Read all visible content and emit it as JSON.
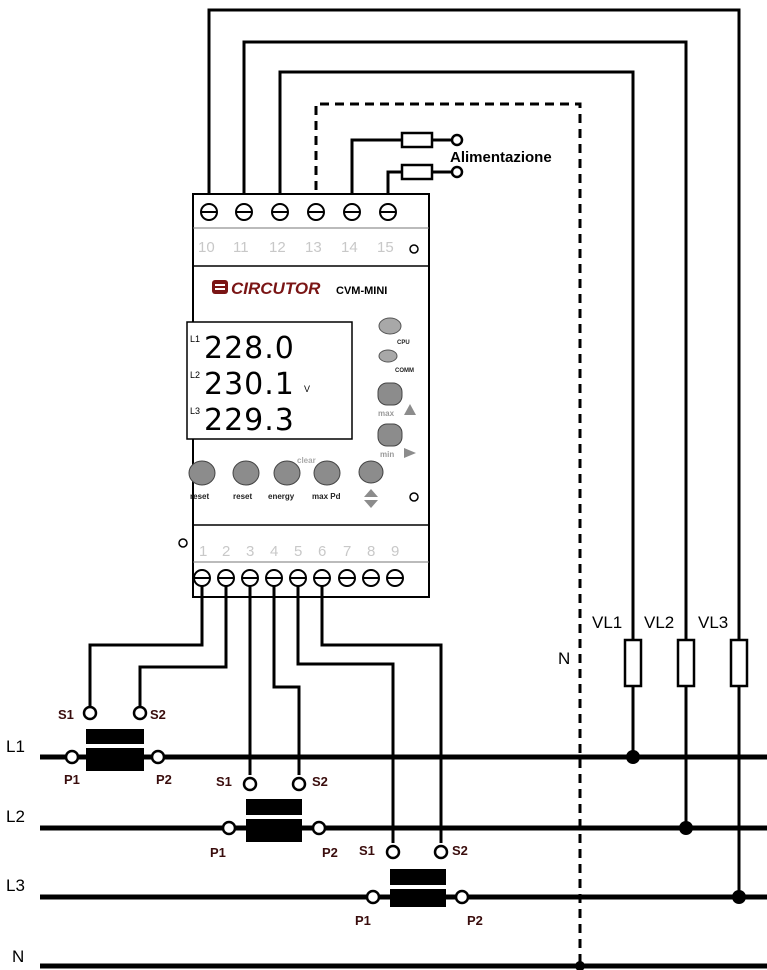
{
  "supply": {
    "label": "Alimentazione"
  },
  "device": {
    "brand": "CIRCUTOR",
    "model": "CVM-MINI",
    "top_terminals": [
      "10",
      "11",
      "12",
      "13",
      "14",
      "15"
    ],
    "bottom_terminals": [
      "1",
      "2",
      "3",
      "4",
      "5",
      "6",
      "7",
      "8",
      "9"
    ],
    "display": {
      "rows": [
        {
          "phase": "L1",
          "value": "228.0",
          "unit": ""
        },
        {
          "phase": "L2",
          "value": "230.1",
          "unit": "V"
        },
        {
          "phase": "L3",
          "value": "229.3",
          "unit": ""
        }
      ]
    },
    "side_labels": {
      "cpu": "CPU",
      "comm": "COMM",
      "max": "max",
      "min": "min"
    },
    "buttons": [
      {
        "label": "reset"
      },
      {
        "label": "reset"
      },
      {
        "label": "energy"
      },
      {
        "label": "max Pd"
      }
    ],
    "clear_label": "clear"
  },
  "lines": {
    "l1": "L1",
    "l2": "L2",
    "l3": "L3",
    "n": "N"
  },
  "fuses": {
    "vl1": "VL1",
    "vl2": "VL2",
    "vl3": "VL3"
  },
  "neutral_label": "N",
  "ct": {
    "s1": "S1",
    "s2": "S2",
    "p1": "P1",
    "p2": "P2"
  },
  "colors": {
    "line": "#000000",
    "device_face": "#ffffff",
    "button": "#8c8c8c",
    "brand": "#7a1515"
  }
}
